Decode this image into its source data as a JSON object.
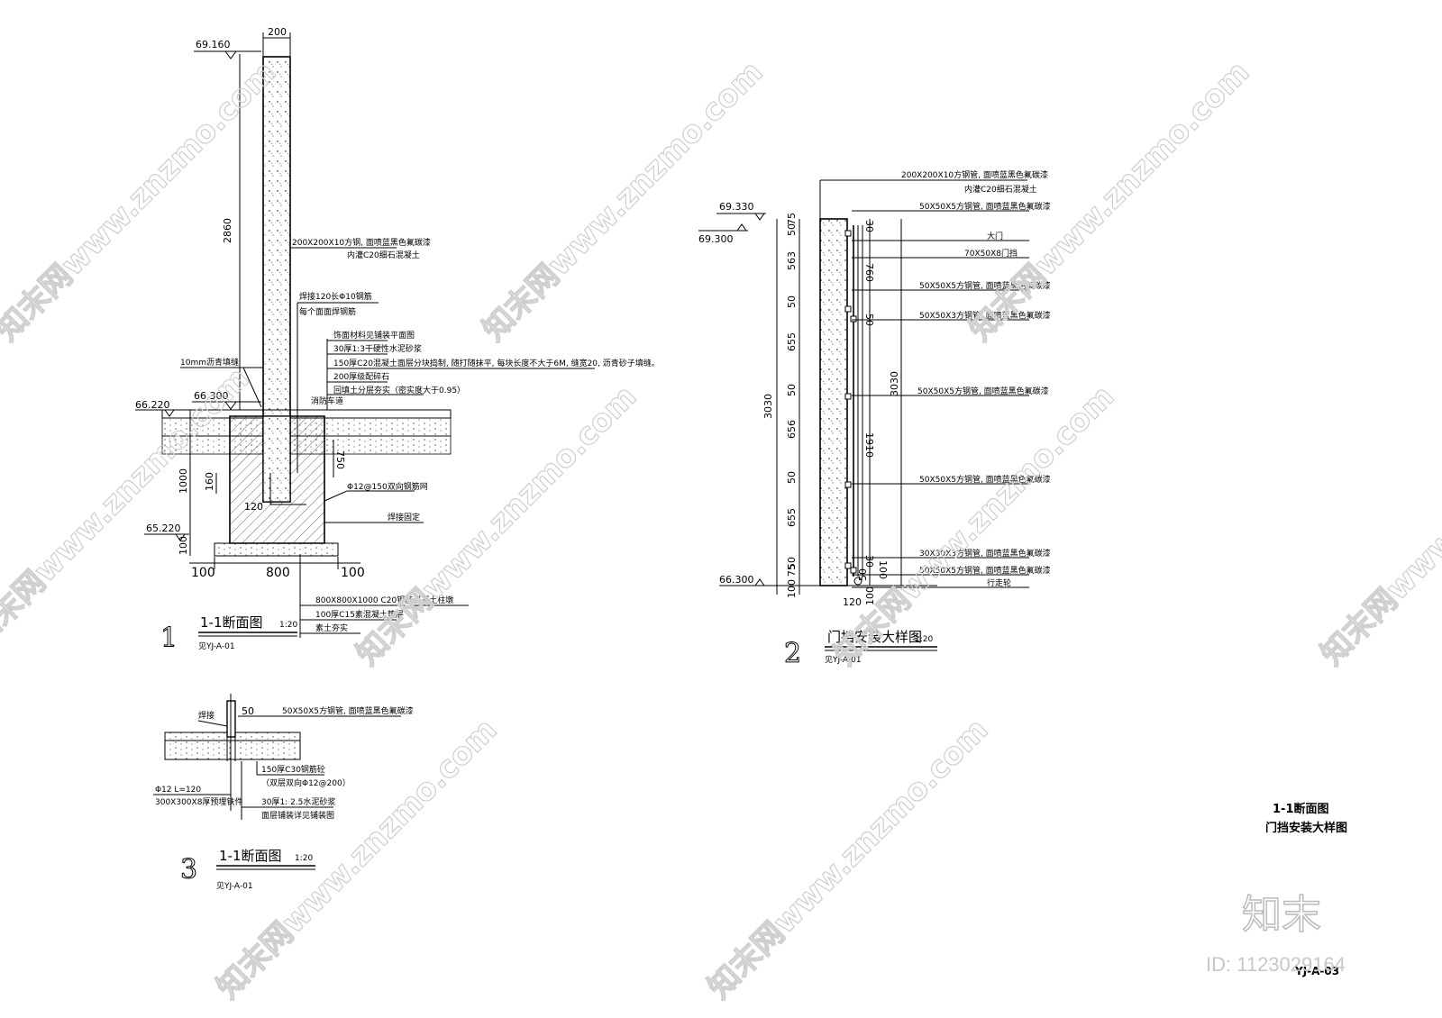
{
  "levels": {
    "l69160": "69.160",
    "l66300a": "66.300",
    "l66220": "66.220",
    "l65220": "65.220",
    "l69330": "69.330",
    "l69300": "69.300",
    "l66300b": "66.300"
  },
  "detail1": {
    "dims": {
      "w200": "200",
      "h2860": "2860",
      "h1000": "1000",
      "h160": "160",
      "h100": "100",
      "h750": "750",
      "w120": "120",
      "b100l": "100",
      "b800": "800",
      "b100r": "100"
    },
    "notes": {
      "n1": "200X200X10方钢, 面喷蓝黑色氟碳漆",
      "n2": "内灌C20细石混凝土",
      "n3": "焊接120长Φ10钢筋",
      "n4": "每个面面焊钢筋",
      "n5": "饰面材料见铺装平面图",
      "n6": "30厚1:3干硬性水泥砂浆",
      "n7": "150厚C20混凝土面层分块捣制, 随打随抹平, 每块长度不大于6M, 缝宽20, 沥青砂子填缝。",
      "n8": "200厚级配碎石",
      "n9": "回填土分层夯实（密实度大于0.95）",
      "n10": "10mm沥青填缝",
      "n11": "消防车道",
      "n12": "Φ12@150双向钢筋网",
      "n13": "焊接固定",
      "n14": "800X800X1000 C20钢筋混凝土柱墩",
      "n15": "100厚C15素混凝土垫层",
      "n16": "素土夯实"
    },
    "title": "1-1断面图",
    "scale": "1:20",
    "ref": "见YJ-A-01",
    "number": "1"
  },
  "detail2": {
    "left_dims": [
      "75",
      "50",
      "563",
      "50",
      "655",
      "50",
      "656",
      "50",
      "655",
      "50",
      "75",
      "100"
    ],
    "total_left": "3030",
    "total_right": "3030",
    "d760": "760",
    "d1910": "1910",
    "d30a": "30",
    "d50": "50",
    "d30b": "30",
    "d100": "100",
    "d50b": "50",
    "w120": "120",
    "d100r": "100",
    "notes": {
      "n1": "200X200X10方钢管, 面喷蓝黑色氟碳漆",
      "n2": "内灌C20细石混凝土",
      "n3": "50X50X5方钢管, 面喷蓝黑色氟碳漆",
      "n4": "大门",
      "n5": "70X50X8门挡",
      "n6": "50X50X5方钢管, 面喷蓝黑色氟碳漆",
      "n7": "50X50X3方钢管, 面喷蓝黑色氟碳漆",
      "n8": "50X50X5方钢管, 面喷蓝黑色氟碳漆",
      "n9": "50X50X5方钢管, 面喷蓝黑色氟碳漆",
      "n10": "30X30X3方钢管, 面喷蓝黑色氟碳漆",
      "n11": "50X50X5方钢管, 面喷蓝黑色氟碳漆",
      "n12": "行走轮"
    },
    "title": "门挡安装大样图",
    "scale": "1:20",
    "ref": "见YJ-A-01",
    "number": "2"
  },
  "detail3": {
    "dims": {
      "d50": "50"
    },
    "notes": {
      "n1": "50X50X5方钢管, 面喷蓝黑色氟碳漆",
      "n2": "焊接",
      "n3": "150厚C30钢筋砼",
      "n4": "（双层双向Φ12@200）",
      "n5": "Φ12  L=120",
      "n6": "300X300X8厚预埋铁件",
      "n7": "30厚1: 2.5水泥砂浆",
      "n8": "面层铺装详见铺装图"
    },
    "title": "1-1断面图",
    "scale": "1:20",
    "ref": "见YJ-A-01",
    "number": "3"
  },
  "sheet": {
    "title1": "1-1断面图",
    "title2": "门挡安装大样图",
    "sheet_no": "YJ-A-03"
  },
  "watermark": {
    "text": "知末网www.znzmo.com",
    "brand": "知末",
    "id": "ID: 1123029164"
  }
}
